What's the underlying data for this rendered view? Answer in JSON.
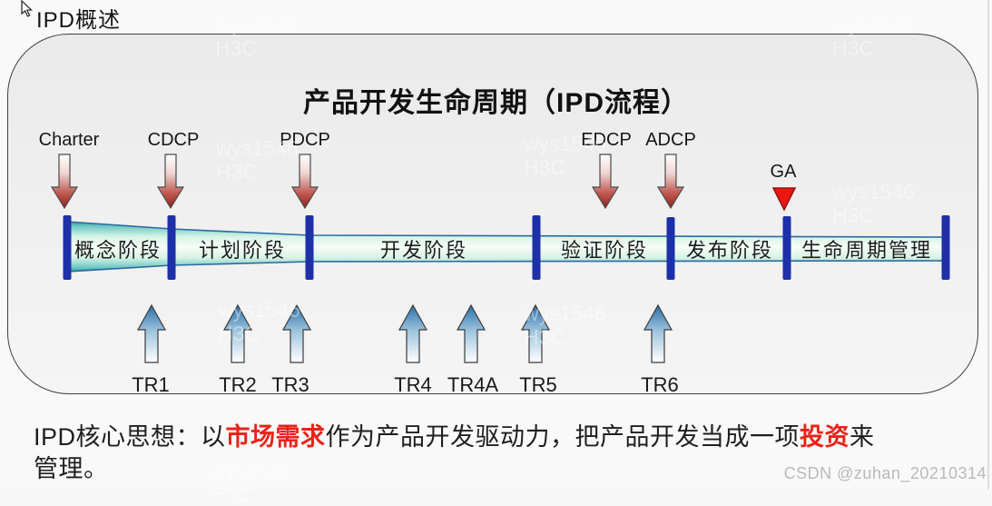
{
  "page": {
    "header_title": "IPD概述"
  },
  "diagram": {
    "title": "产品开发生命周期（IPD流程）",
    "gates": [
      {
        "label": "Charter"
      },
      {
        "label": "CDCP"
      },
      {
        "label": "PDCP"
      },
      {
        "label": "EDCP"
      },
      {
        "label": "ADCP"
      },
      {
        "label": "GA"
      }
    ],
    "phases": [
      {
        "label": "概念阶段"
      },
      {
        "label": "计划阶段"
      },
      {
        "label": "开发阶段"
      },
      {
        "label": "验证阶段"
      },
      {
        "label": "发布阶段"
      },
      {
        "label": "生命周期管理"
      }
    ],
    "tr_points": [
      {
        "label": "TR1"
      },
      {
        "label": "TR2"
      },
      {
        "label": "TR3"
      },
      {
        "label": "TR4"
      },
      {
        "label": "TR4A"
      },
      {
        "label": "TR5"
      },
      {
        "label": "TR6"
      }
    ],
    "colors": {
      "phase_bar_blue": "#1d30a8",
      "gate_arrow_dark_red": "#8e211c",
      "ga_triangle_red": "#ed1510",
      "tr_arrow_blue": "#2a6fa8",
      "band_edge_teal": "#2f95a5",
      "band_center": "#f6fdf8",
      "band_outline": "#2b6aa0"
    }
  },
  "summary": {
    "prefix": "IPD核心思想：以",
    "highlight1": "市场需求",
    "middle": "作为产品开发驱动力，把产品开发当成一项",
    "highlight2": "投资",
    "suffix": "来",
    "line2": "管理。",
    "highlight_color": "#e8231a"
  },
  "watermarks": {
    "csdn": "CSDN @zuhan_20210314",
    "faint_line1": "wys1546",
    "faint_line2": "H3C"
  }
}
